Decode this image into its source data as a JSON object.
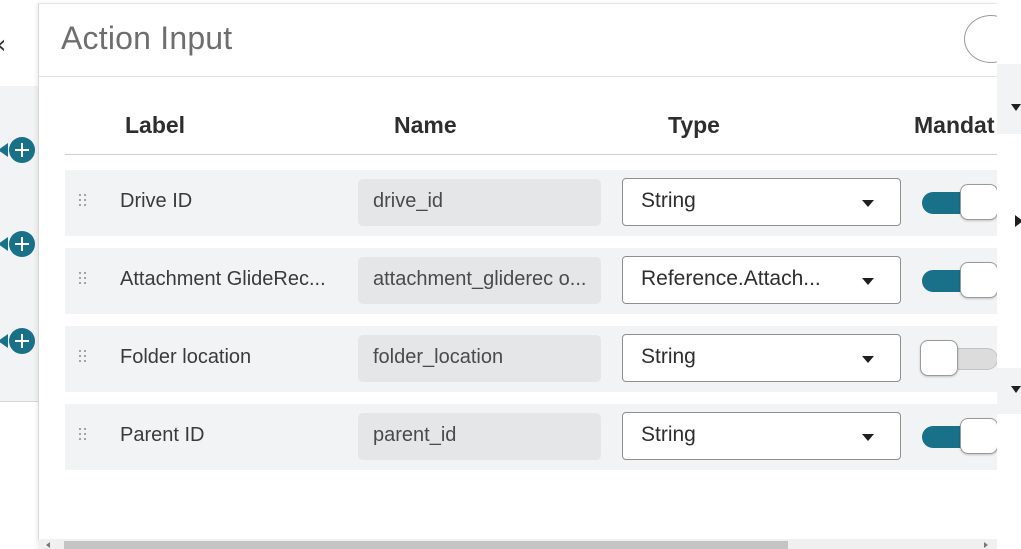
{
  "header": {
    "title": "Action Input"
  },
  "table": {
    "columns": {
      "label": "Label",
      "name": "Name",
      "type": "Type",
      "mandatory": "Mandat"
    },
    "rows": [
      {
        "label": "Drive ID",
        "name": "drive_id",
        "type": "String",
        "mandatory": true
      },
      {
        "label": "Attachment GlideRec...",
        "name": "attachment_gliderec o...",
        "type": "Reference.Attach...",
        "mandatory": true
      },
      {
        "label": "Folder location",
        "name": "folder_location",
        "type": "String",
        "mandatory": false
      },
      {
        "label": "Parent ID",
        "name": "parent_id",
        "type": "String",
        "mandatory": true
      }
    ]
  },
  "icons": {
    "back": "chevron-left-icon",
    "add": "plus-circle-icon",
    "drag": "drag-handle-icon",
    "caret": "caret-down-icon"
  },
  "colors": {
    "accent": "#187089",
    "row_bg": "#f2f3f4",
    "field_bg": "#e4e6e8"
  }
}
